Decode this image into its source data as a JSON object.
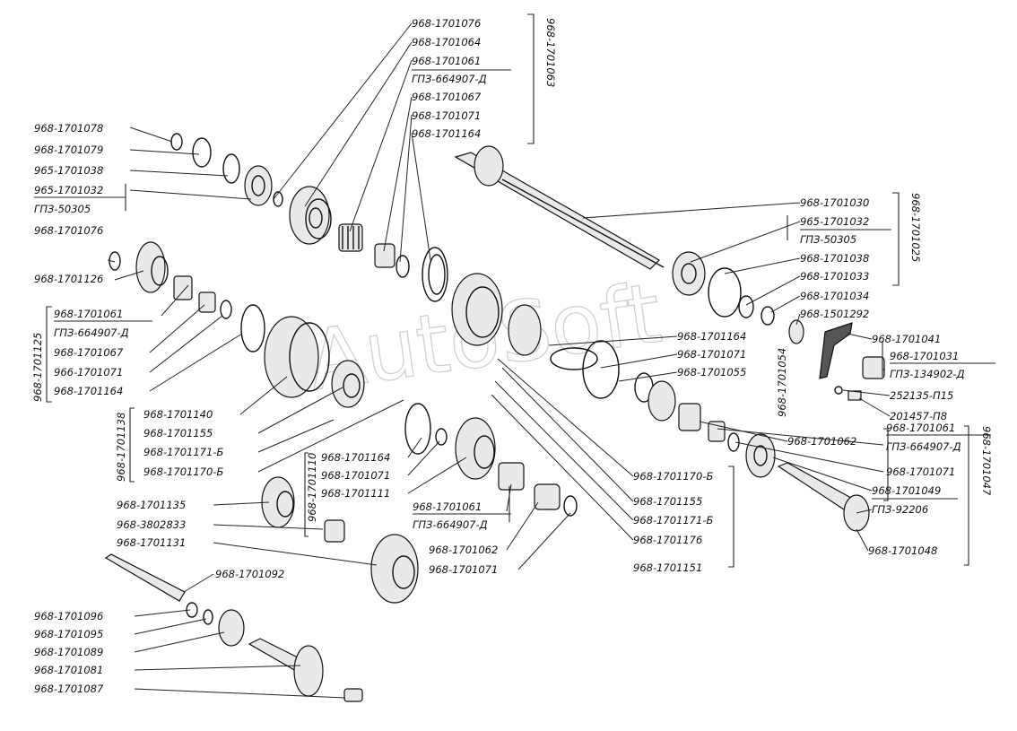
{
  "watermark": "AutoSoft",
  "labels": [
    {
      "id": "L1",
      "text": "968-1701076"
    },
    {
      "id": "L2",
      "text": "968-1701064"
    },
    {
      "id": "L3",
      "text": "968-1701061"
    },
    {
      "id": "L4",
      "text": "ГПЗ-664907-Д"
    },
    {
      "id": "L5",
      "text": "968-1701067"
    },
    {
      "id": "L6",
      "text": "968-1701071"
    },
    {
      "id": "L7",
      "text": "968-1701164"
    },
    {
      "id": "L8",
      "text": "968-1701078"
    },
    {
      "id": "L9",
      "text": "968-1701079"
    },
    {
      "id": "L10",
      "text": "965-1701038"
    },
    {
      "id": "L11",
      "text": "965-1701032"
    },
    {
      "id": "L12",
      "text": "ГПЗ-50305"
    },
    {
      "id": "L13",
      "text": "968-1701076"
    },
    {
      "id": "L14",
      "text": "968-1701126"
    },
    {
      "id": "L15",
      "text": "968-1701061"
    },
    {
      "id": "L16",
      "text": "ГПЗ-664907-Д"
    },
    {
      "id": "L17",
      "text": "968-1701067"
    },
    {
      "id": "L18",
      "text": "966-1701071"
    },
    {
      "id": "L19",
      "text": "968-1701164"
    },
    {
      "id": "L20",
      "text": "968-1701140"
    },
    {
      "id": "L21",
      "text": "968-1701155"
    },
    {
      "id": "L22",
      "text": "968-1701171-Б"
    },
    {
      "id": "L23",
      "text": "968-1701170-Б"
    },
    {
      "id": "L24",
      "text": "968-1701164"
    },
    {
      "id": "L25",
      "text": "968-1701071"
    },
    {
      "id": "L26",
      "text": "968-1701111"
    },
    {
      "id": "L27",
      "text": "968-1701135"
    },
    {
      "id": "L28",
      "text": "968-3802833"
    },
    {
      "id": "L29",
      "text": "968-1701131"
    },
    {
      "id": "L30",
      "text": "968-1701061"
    },
    {
      "id": "L31",
      "text": "ГПЗ-664907-Д"
    },
    {
      "id": "L32",
      "text": "968-1701062"
    },
    {
      "id": "L33",
      "text": "968-1701071"
    },
    {
      "id": "L34",
      "text": "968-1701092"
    },
    {
      "id": "L35",
      "text": "968-1701096"
    },
    {
      "id": "L36",
      "text": "968-1701095"
    },
    {
      "id": "L37",
      "text": "968-1701089"
    },
    {
      "id": "L38",
      "text": "968-1701081"
    },
    {
      "id": "L39",
      "text": "968-1701087"
    },
    {
      "id": "L40",
      "text": "968-1701030"
    },
    {
      "id": "L41",
      "text": "965-1701032"
    },
    {
      "id": "L42",
      "text": "ГПЗ-50305"
    },
    {
      "id": "L43",
      "text": "968-1701038"
    },
    {
      "id": "L44",
      "text": "968-1701033"
    },
    {
      "id": "L45",
      "text": "968-1701034"
    },
    {
      "id": "L46",
      "text": "968-1501292"
    },
    {
      "id": "L47",
      "text": "968-1701041"
    },
    {
      "id": "L48",
      "text": "968-1701031"
    },
    {
      "id": "L49",
      "text": "ГПЗ-134902-Д"
    },
    {
      "id": "L50",
      "text": "252135-П15"
    },
    {
      "id": "L51",
      "text": "201457-П8"
    },
    {
      "id": "L52",
      "text": "968-1701164"
    },
    {
      "id": "L53",
      "text": "968-1701071"
    },
    {
      "id": "L54",
      "text": "968-1701055"
    },
    {
      "id": "L55",
      "text": "968-1701062"
    },
    {
      "id": "L56",
      "text": "968-1701061"
    },
    {
      "id": "L57",
      "text": "ГПЗ-664907-Д"
    },
    {
      "id": "L58",
      "text": "968-1701071"
    },
    {
      "id": "L59",
      "text": "968-1701049"
    },
    {
      "id": "L60",
      "text": "ГПЗ-92206"
    },
    {
      "id": "L61",
      "text": "968-1701048"
    },
    {
      "id": "L62",
      "text": "968-1701170-Б"
    },
    {
      "id": "L63",
      "text": "968-1701155"
    },
    {
      "id": "L64",
      "text": "968-1701171-Б"
    },
    {
      "id": "L65",
      "text": "968-1701176"
    },
    {
      "id": "L66",
      "text": "968-1701151"
    }
  ],
  "vertical_labels": [
    {
      "id": "V1",
      "text": "968-1701063"
    },
    {
      "id": "V2",
      "text": "968-1701125"
    },
    {
      "id": "V3",
      "text": "968-1701138"
    },
    {
      "id": "V4",
      "text": "968-1701110"
    },
    {
      "id": "V5",
      "text": "968-1701025"
    },
    {
      "id": "V6",
      "text": "968-1701054"
    },
    {
      "id": "V7",
      "text": "968-1701047"
    }
  ]
}
